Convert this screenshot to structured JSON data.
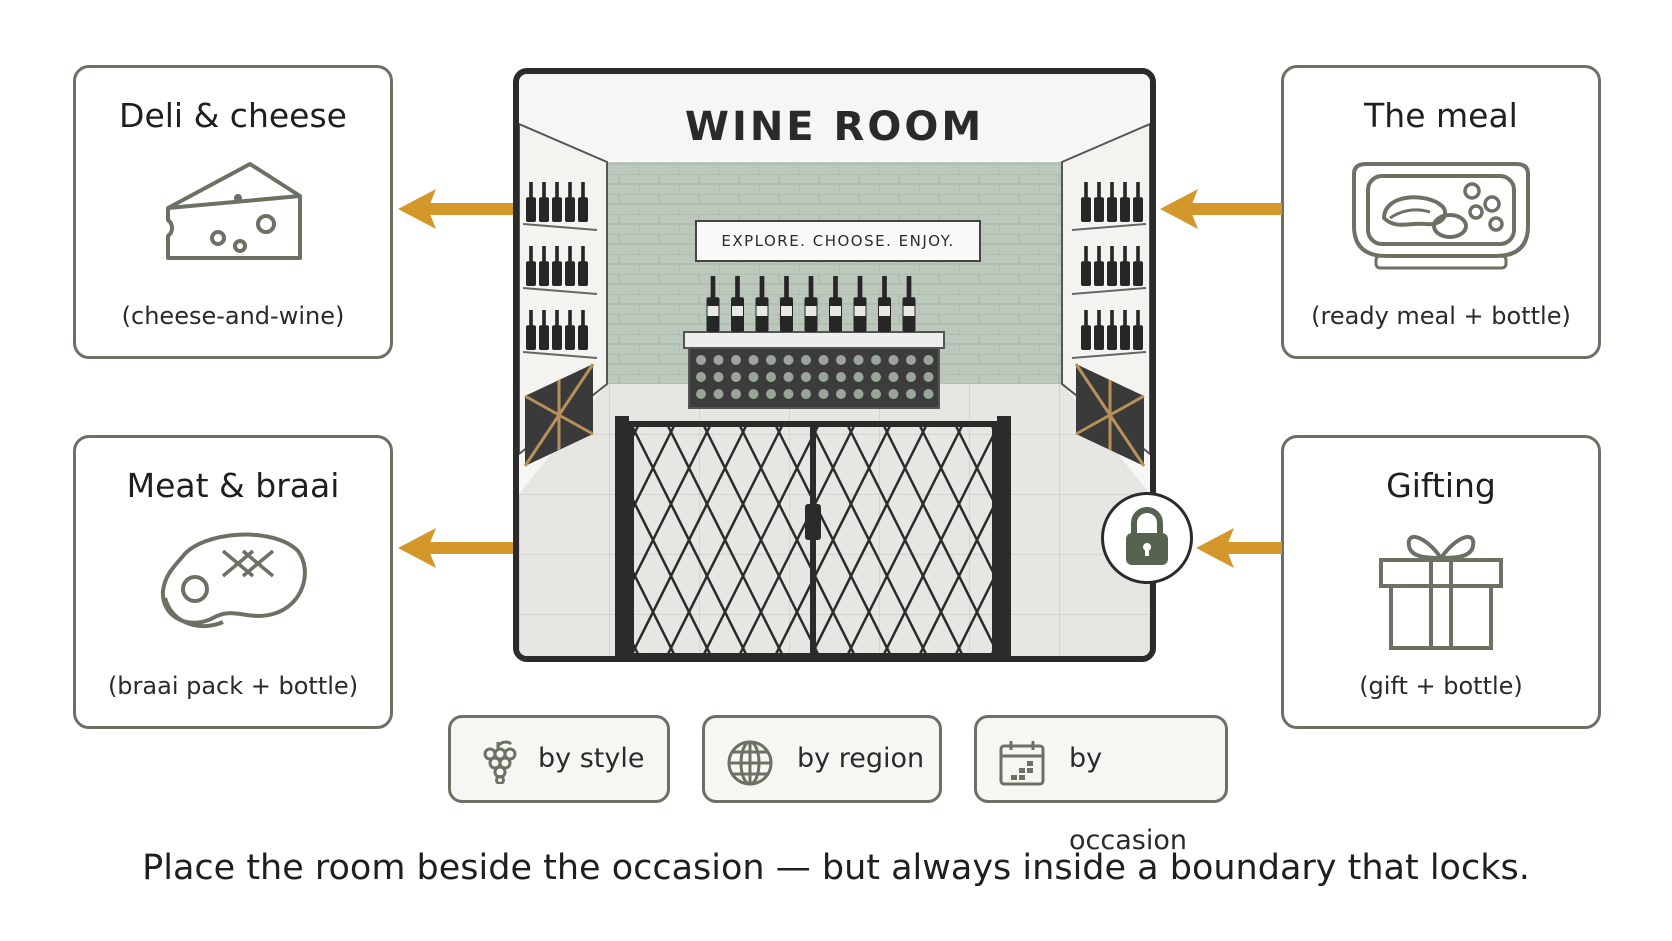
{
  "room": {
    "title": "WINE ROOM",
    "sign": "EXPLORE. CHOOSE. ENJOY."
  },
  "cards": {
    "deli": {
      "title": "Deli & cheese",
      "subtitle": "(cheese-and-wine)",
      "icon": "cheese-icon"
    },
    "meat": {
      "title": "Meat & braai",
      "subtitle": "(braai pack + bottle)",
      "icon": "steak-icon"
    },
    "meal": {
      "title": "The meal",
      "subtitle": "(ready meal + bottle)",
      "icon": "meal-tray-icon"
    },
    "gift": {
      "title": "Gifting",
      "subtitle": "(gift + bottle)",
      "icon": "gift-icon"
    }
  },
  "filters": [
    {
      "label": "by style",
      "icon": "grapes-icon"
    },
    {
      "label": "by region",
      "icon": "globe-icon"
    },
    {
      "label": "by occasion",
      "icon": "calendar-icon"
    }
  ],
  "caption": "Place the room beside the occasion — but always inside a boundary that locks.",
  "colors": {
    "arrow": "#d4972a",
    "card_border": "#6b7263",
    "tile_green": "#bcc8bc",
    "frame": "#2b2b2b"
  }
}
